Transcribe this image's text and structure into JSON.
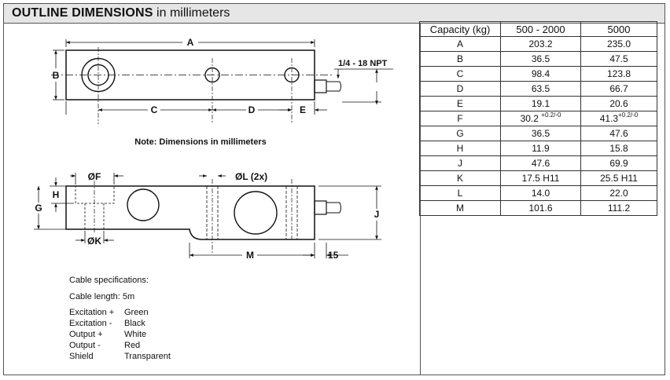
{
  "header": {
    "title_bold": "OUTLINE DIMENSIONS",
    "title_rest": " in millimeters"
  },
  "drawing": {
    "top_view_labels": {
      "A": "A",
      "B": "B",
      "C": "C",
      "D": "D",
      "E": "E",
      "npt": "1/4 - 18 NPT"
    },
    "note": "Note: Dimensions in millimeters",
    "side_view_labels": {
      "F": "ØF",
      "L": "ØL (2x)",
      "H": "H",
      "G": "G",
      "K": "ØK",
      "J": "J",
      "M": "M",
      "fifteen": "15"
    }
  },
  "cable": {
    "title": "Cable specifications:",
    "length": "Cable length: 5m",
    "wires": [
      {
        "label": "Excitation +",
        "color": "Green"
      },
      {
        "label": "Excitation -",
        "color": "Black"
      },
      {
        "label": "Output +",
        "color": "White"
      },
      {
        "label": "Output -",
        "color": "Red"
      },
      {
        "label": "Shield",
        "color": "Transparent"
      }
    ]
  },
  "table": {
    "headers": [
      "Capacity (kg)",
      "500 - 2000",
      "5000"
    ],
    "rows": [
      {
        "dim": "A",
        "v1": "203.2",
        "v2": "235.0"
      },
      {
        "dim": "B",
        "v1": "36.5",
        "v2": "47.5"
      },
      {
        "dim": "C",
        "v1": "98.4",
        "v2": "123.8"
      },
      {
        "dim": "D",
        "v1": "63.5",
        "v2": "66.7"
      },
      {
        "dim": "E",
        "v1": "19.1",
        "v2": "20.6"
      },
      {
        "dim": "F",
        "v1": "30.2",
        "v1_tol": "+0.2/-0",
        "v2": "41.3",
        "v2_tol": "+0.2/-0"
      },
      {
        "dim": "G",
        "v1": "36.5",
        "v2": "47.6"
      },
      {
        "dim": "H",
        "v1": "11.9",
        "v2": "15.8"
      },
      {
        "dim": "J",
        "v1": "47.6",
        "v2": "69.9"
      },
      {
        "dim": "K",
        "v1": "17.5 H11",
        "v2": "25.5 H11"
      },
      {
        "dim": "L",
        "v1": "14.0",
        "v2": "22.0"
      },
      {
        "dim": "M",
        "v1": "101.6",
        "v2": "111.2"
      }
    ]
  }
}
